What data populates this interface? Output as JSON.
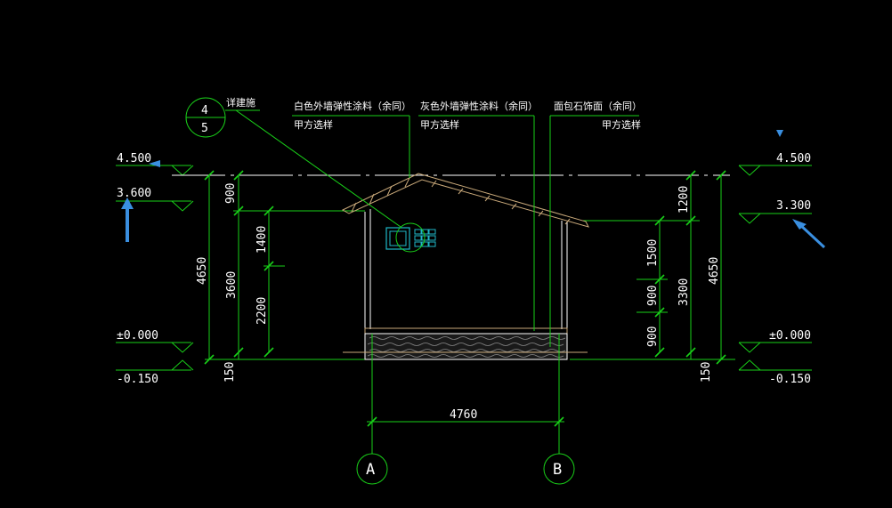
{
  "levels": {
    "left_top": "4.500",
    "left_second": "3.600",
    "left_zero": "±0.000",
    "left_neg": "-0.150",
    "right_top": "4.500",
    "right_second": "3.300",
    "right_zero": "±0.000",
    "right_neg": "-0.150"
  },
  "dims": {
    "left_900": "900",
    "left_1400": "1400",
    "left_2200": "2200",
    "left_3600": "3600",
    "left_4650": "4650",
    "left_150": "150",
    "right_1200": "1200",
    "right_1500": "1500",
    "right_900a": "900",
    "right_900b": "900",
    "right_3300": "3300",
    "right_4650": "4650",
    "right_150": "150",
    "span_4760": "4760"
  },
  "detail_ref": {
    "top": "4",
    "bottom": "5",
    "note": "详建施"
  },
  "callouts": [
    {
      "line1": "白色外墙弹性涂料（余同）",
      "line2": "甲方选样"
    },
    {
      "line1": "灰色外墙弹性涂料（余同）",
      "line2": "甲方选样"
    },
    {
      "line1": "面包石饰面（余同）",
      "line2": "甲方选样"
    }
  ],
  "axes": {
    "a": "A",
    "b": "B"
  },
  "colors": {
    "background": "#000000",
    "dimension": "#19d019",
    "text": "#ffffff",
    "roof": "#c9a97a",
    "cursor_arrow": "#3a8fe0"
  }
}
